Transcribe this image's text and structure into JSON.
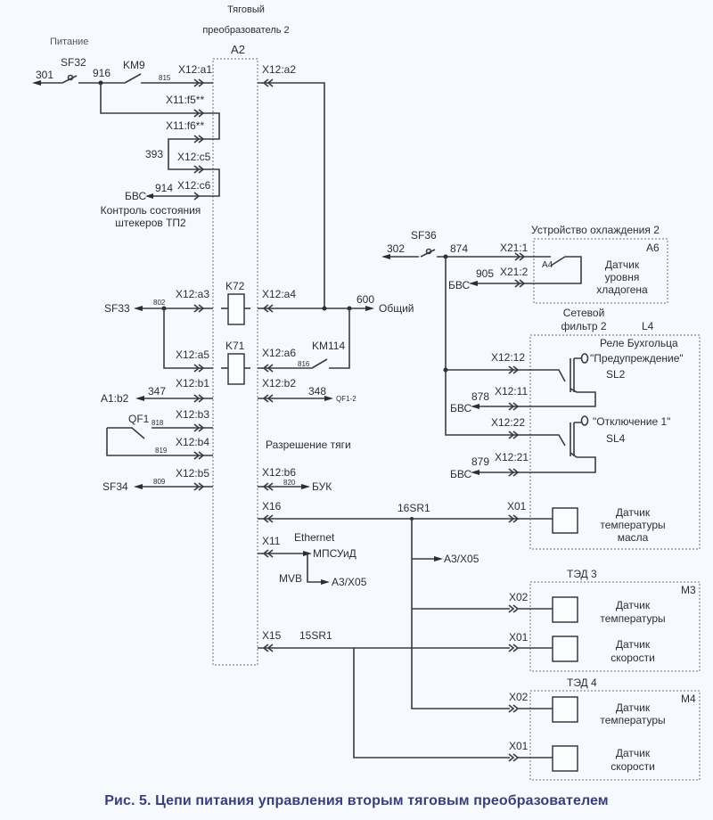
{
  "diagram": {
    "title_power": "Питание",
    "converter": {
      "title_line1": "Тяговый",
      "title_line2": "преобразователь 2",
      "id": "A2"
    },
    "left": {
      "n301": "301",
      "sf32": "SF32",
      "n916": "916",
      "km9": "KM9",
      "w815": "815",
      "x12a1": "X12:a1",
      "x11f5": "X11:f5**",
      "x11f6": "X11:f6**",
      "n393": "393",
      "x12c5": "X12:c5",
      "x12c6": "X12:c6",
      "bvs1": "БВС",
      "n914": "914",
      "ctrl_line1": "Контроль состояния",
      "ctrl_line2": "штекеров ТП2",
      "sf33": "SF33",
      "w802": "802",
      "x12a3": "X12:a3",
      "x12a5": "X12:a5",
      "a1b2": "A1:b2",
      "n347": "347",
      "x12b1": "X12:b1",
      "qf1": "QF1",
      "w818": "818",
      "x12b3": "X12:b3",
      "w819": "819",
      "x12b4": "X12:b4",
      "sf34": "SF34",
      "w809": "809",
      "x12b5": "X12:b5"
    },
    "inner": {
      "k72": "K72",
      "k71": "K71",
      "traction": "Разрешение тяги"
    },
    "right": {
      "x12a2": "X12:a2",
      "x12a4": "X12:a4",
      "n600": "600",
      "common": "Общий",
      "x12a6": "X12:a6",
      "w816": "816",
      "km114": "KM114",
      "x12b2": "X12:b2",
      "n348": "348",
      "qf12": "QF1-2",
      "x12b6": "X12:b6",
      "w820": "820",
      "buk": "БУК",
      "x16": "X16",
      "sr16": "16SR1",
      "x11": "X11",
      "ethernet": "Ethernet",
      "mpsuid": "МПСУиД",
      "mvb": "MVB",
      "a3x05a": "A3/X05",
      "a3x05b": "A3/X05",
      "x15": "X15",
      "sr15": "15SR1"
    },
    "cooling": {
      "sf36": "SF36",
      "n302": "302",
      "n874": "874",
      "x21_1": "X21:1",
      "x21_2": "X21:2",
      "n905": "905",
      "bvs": "БВС",
      "title": "Устройство охлаждения 2",
      "id": "A6",
      "a4": "A4",
      "sensor_l1": "Датчик",
      "sensor_l2": "уровня",
      "sensor_l3": "хладогена"
    },
    "filter": {
      "title_l1": "Сетевой",
      "title_l2": "фильтр 2",
      "id": "L4",
      "relay_l1": "Реле Бухгольца",
      "relay_warn": "\"Предупреждение\"",
      "sl2": "SL2",
      "relay_off": "\"Отключение 1\"",
      "sl4": "SL4",
      "x12_12": "X12:12",
      "x12_11": "X12:11",
      "n878": "878",
      "bvs1": "БВС",
      "x12_22": "X12:22",
      "x12_21": "X12:21",
      "n879": "879",
      "bvs2": "БВС",
      "x01": "X01",
      "oil_l1": "Датчик",
      "oil_l2": "температуры",
      "oil_l3": "масла"
    },
    "ted3": {
      "title": "ТЭД 3",
      "id": "M3",
      "x02": "X02",
      "x01": "X01",
      "temp_l1": "Датчик",
      "temp_l2": "температуры",
      "speed_l1": "Датчик",
      "speed_l2": "скорости"
    },
    "ted4": {
      "title": "ТЭД 4",
      "id": "M4",
      "x02": "X02",
      "x01": "X01",
      "temp_l1": "Датчик",
      "temp_l2": "температуры",
      "speed_l1": "Датчик",
      "speed_l2": "скорости"
    }
  },
  "caption": "Рис. 5. Цепи питания управления вторым тяговым преобразователем"
}
